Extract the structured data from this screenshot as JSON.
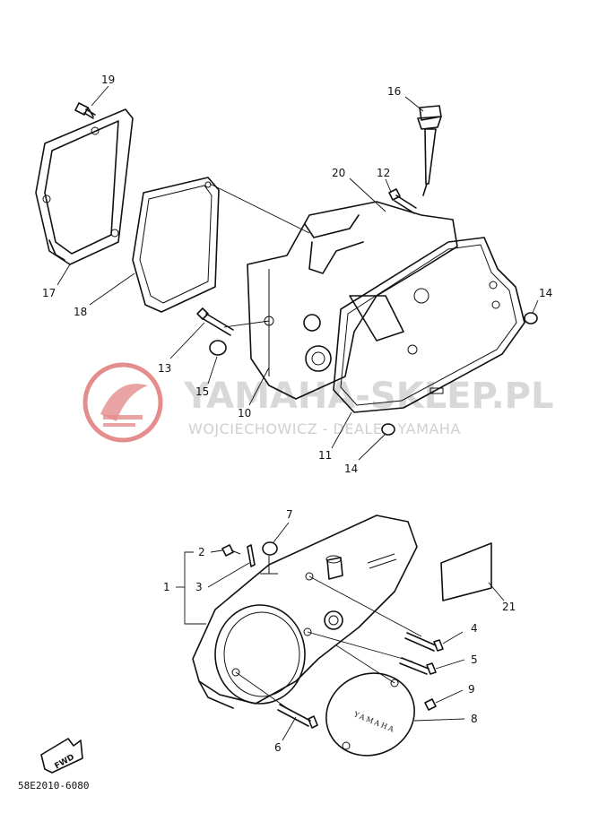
{
  "watermark": {
    "title": "YAMAHA-SKLEP.PL",
    "subtitle": "WOJCIECHOWICZ - DEALER YAMAHA",
    "logo_color": "#e58c8c"
  },
  "diagram_code": "58E2010-6080",
  "fwd_label": "FWD",
  "cover_brand": "YAMAHA",
  "callouts": [
    {
      "id": "19",
      "text": "19"
    },
    {
      "id": "16",
      "text": "16"
    },
    {
      "id": "20",
      "text": "20"
    },
    {
      "id": "12",
      "text": "12"
    },
    {
      "id": "17",
      "text": "17"
    },
    {
      "id": "18",
      "text": "18"
    },
    {
      "id": "14a",
      "text": "14"
    },
    {
      "id": "13",
      "text": "13"
    },
    {
      "id": "15",
      "text": "15"
    },
    {
      "id": "10",
      "text": "10"
    },
    {
      "id": "11",
      "text": "11"
    },
    {
      "id": "14b",
      "text": "14"
    },
    {
      "id": "7",
      "text": "7"
    },
    {
      "id": "2",
      "text": "2"
    },
    {
      "id": "1",
      "text": "1"
    },
    {
      "id": "3",
      "text": "3"
    },
    {
      "id": "21",
      "text": "21"
    },
    {
      "id": "4",
      "text": "4"
    },
    {
      "id": "5",
      "text": "5"
    },
    {
      "id": "9",
      "text": "9"
    },
    {
      "id": "8",
      "text": "8"
    },
    {
      "id": "6",
      "text": "6"
    }
  ]
}
